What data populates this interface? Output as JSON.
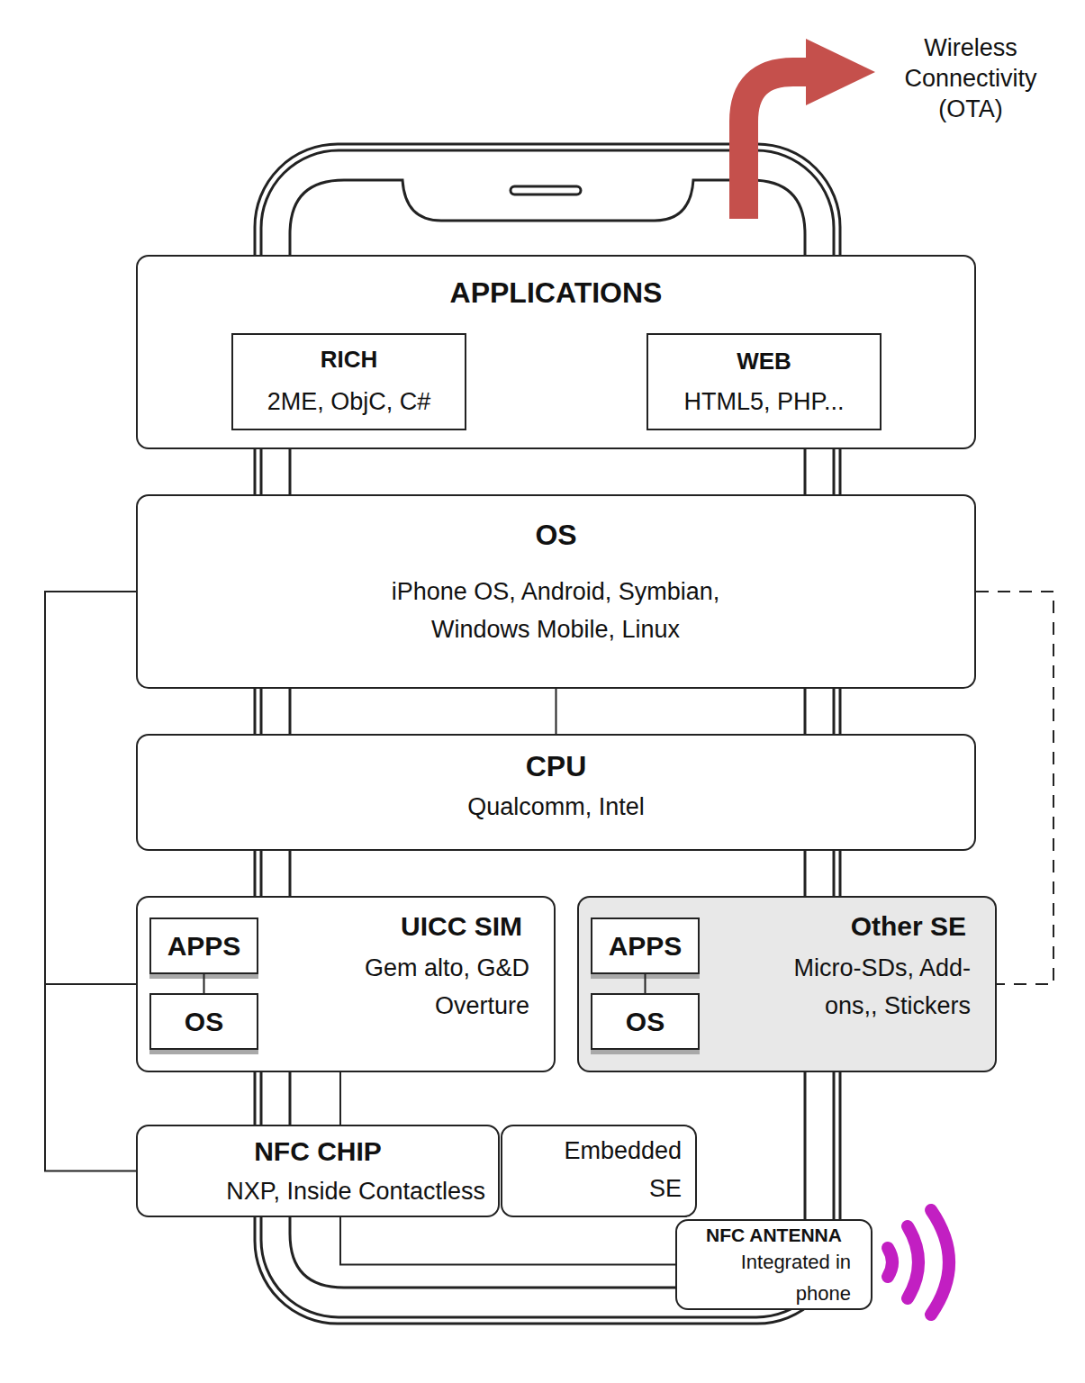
{
  "diagram": {
    "nodes": [
      {
        "text": [
          "APPLICATIONS"
        ]
      },
      {
        "text": [
          "RICH",
          "2ME, ObjC, C#"
        ],
        "in": 0
      },
      {
        "text": [
          "WEB",
          "HTML5, PHP..."
        ],
        "in": 0
      },
      {
        "text": [
          "OS",
          "iPhone OS, Android, Symbian, Windows Mobile, Linux"
        ]
      },
      {
        "text": [
          "CPU",
          "Qualcomm, Intel"
        ]
      },
      {
        "text": [
          "UICC SIM",
          "Gem alto, G&D Overture"
        ]
      },
      {
        "text": [
          "APPS"
        ],
        "in": 5
      },
      {
        "text": [
          "OS"
        ],
        "in": 5
      },
      {
        "text": [
          "Other SE",
          "Micro-SDs, Add-ons,, Stickers"
        ]
      },
      {
        "text": [
          "APPS"
        ],
        "in": 8
      },
      {
        "text": [
          "OS"
        ],
        "in": 8
      },
      {
        "text": [
          "NFC CHIP",
          "NXP, Inside Contactless"
        ]
      },
      {
        "text": [
          "Embedded SE"
        ]
      },
      {
        "text": [
          "NFC ANTENNA",
          "Integrated in phone"
        ]
      }
    ],
    "edges": [
      {
        "from": 3,
        "to": 4,
        "arrow": "none"
      },
      {
        "from": 6,
        "to": 7,
        "arrow": "none"
      },
      {
        "from": 9,
        "to": 10,
        "arrow": "none"
      },
      {
        "from": 3,
        "to": 5,
        "arrow": "none"
      },
      {
        "from": 3,
        "to": 11,
        "arrow": "none"
      },
      {
        "from": 3,
        "to": 8,
        "arrow": "none"
      },
      {
        "from": 5,
        "to": 11,
        "arrow": "none"
      },
      {
        "from": 11,
        "to": 13,
        "arrow": "none"
      }
    ],
    "labels": [
      "Wireless Connectivity (OTA)"
    ]
  }
}
